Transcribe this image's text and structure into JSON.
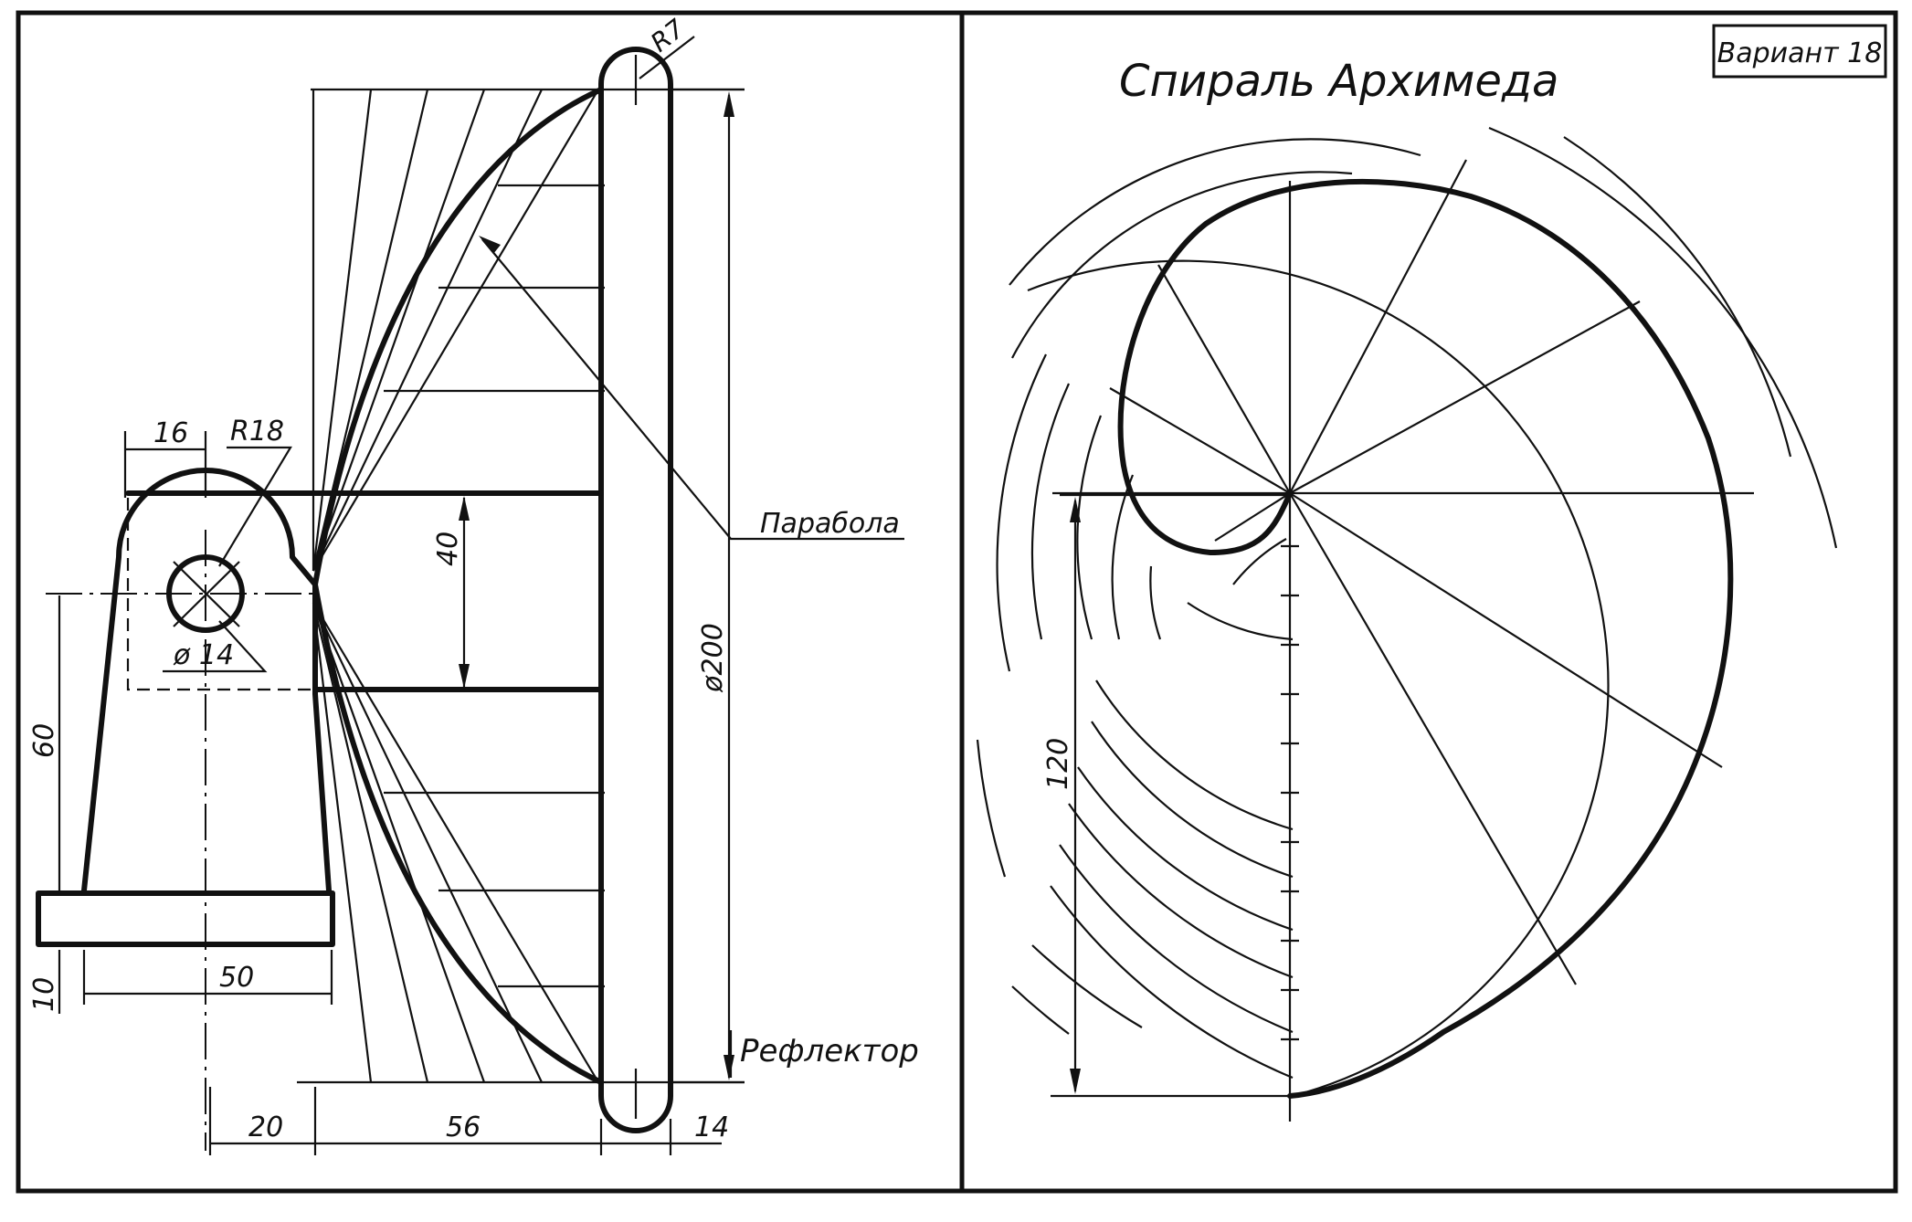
{
  "variant": "Вариант 18",
  "right_panel": {
    "title": "Спираль Архимеда",
    "dim_height": "120"
  },
  "left_panel": {
    "parabola_label": "Парабола",
    "reflector_label": "Рефлектор",
    "dims": {
      "d16": "16",
      "r18": "R18",
      "r7": "R7",
      "d40": "40",
      "d60": "60",
      "hole": "ø 14",
      "d200": "ø200",
      "d10": "10",
      "d50": "50",
      "d20": "20",
      "d56": "56",
      "d14": "14"
    }
  }
}
